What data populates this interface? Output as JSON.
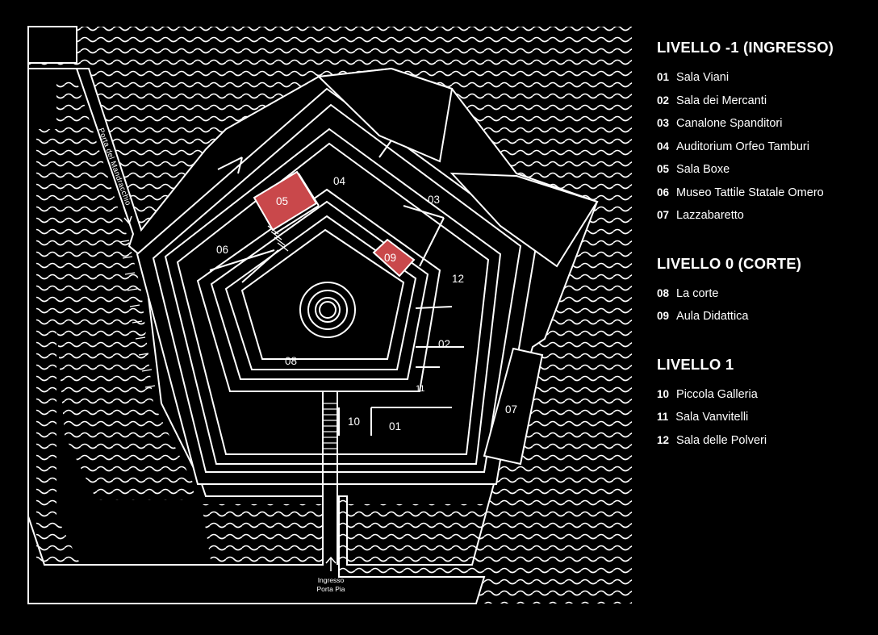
{
  "map": {
    "entrance_label": [
      "Ingresso",
      "Porta Pia"
    ],
    "side_gate_label": "Porta del Mandracchio",
    "highlight_color": "#c9484b",
    "rooms": [
      {
        "id": "01",
        "label": "01"
      },
      {
        "id": "02",
        "label": "02"
      },
      {
        "id": "03",
        "label": "03"
      },
      {
        "id": "04",
        "label": "04"
      },
      {
        "id": "05",
        "label": "05",
        "highlighted": true
      },
      {
        "id": "06",
        "label": "06"
      },
      {
        "id": "07",
        "label": "07"
      },
      {
        "id": "08",
        "label": "08"
      },
      {
        "id": "09",
        "label": "09",
        "highlighted": true
      },
      {
        "id": "10",
        "label": "10"
      },
      {
        "id": "11",
        "label": "11"
      },
      {
        "id": "12",
        "label": "12"
      }
    ]
  },
  "legend": [
    {
      "title": "LIVELLO -1 (INGRESSO)",
      "items": [
        {
          "num": "01",
          "name": "Sala Viani"
        },
        {
          "num": "02",
          "name": "Sala dei Mercanti"
        },
        {
          "num": "03",
          "name": "Canalone Spanditori"
        },
        {
          "num": "04",
          "name": "Auditorium Orfeo Tamburi"
        },
        {
          "num": "05",
          "name": "Sala Boxe"
        },
        {
          "num": "06",
          "name": "Museo Tattile Statale Omero"
        },
        {
          "num": "07",
          "name": "Lazzabaretto"
        }
      ]
    },
    {
      "title": "LIVELLO 0 (CORTE)",
      "items": [
        {
          "num": "08",
          "name": "La corte"
        },
        {
          "num": "09",
          "name": "Aula Didattica"
        }
      ]
    },
    {
      "title": "LIVELLO 1",
      "items": [
        {
          "num": "10",
          "name": "Piccola Galleria"
        },
        {
          "num": "11",
          "name": "Sala Vanvitelli"
        },
        {
          "num": "12",
          "name": "Sala delle Polveri"
        }
      ]
    }
  ]
}
